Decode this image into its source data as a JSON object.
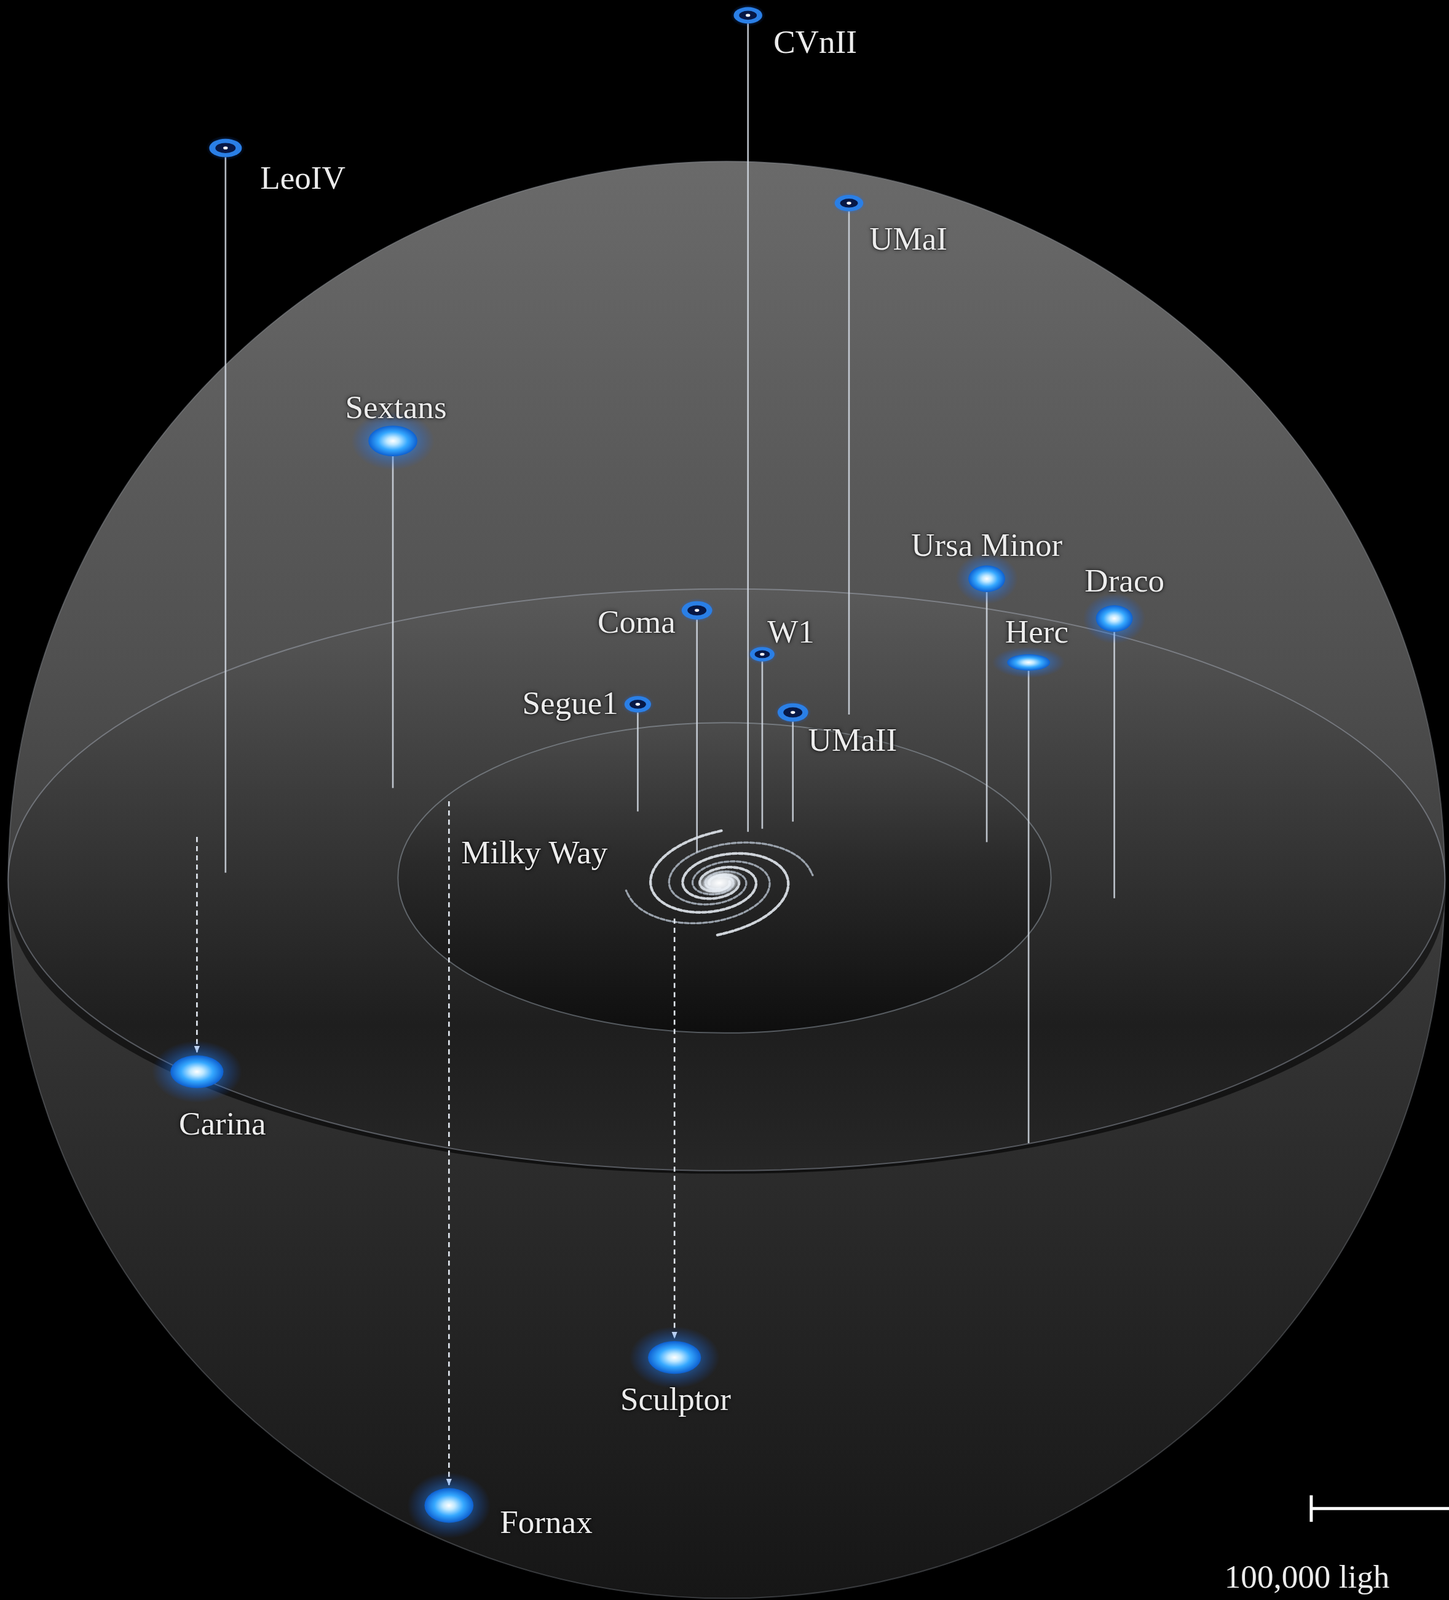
{
  "diagram": {
    "labels": [
      "CVnII",
      "LeoIV",
      "UMaI",
      "Sextans",
      "Ursa Minor",
      "Draco",
      "Coma",
      "W1",
      "Herc",
      "Segue1",
      "UMaII",
      "Milky Way",
      "Carina",
      "Sculptor",
      "Fornax",
      "100,000 ligh"
    ]
  }
}
